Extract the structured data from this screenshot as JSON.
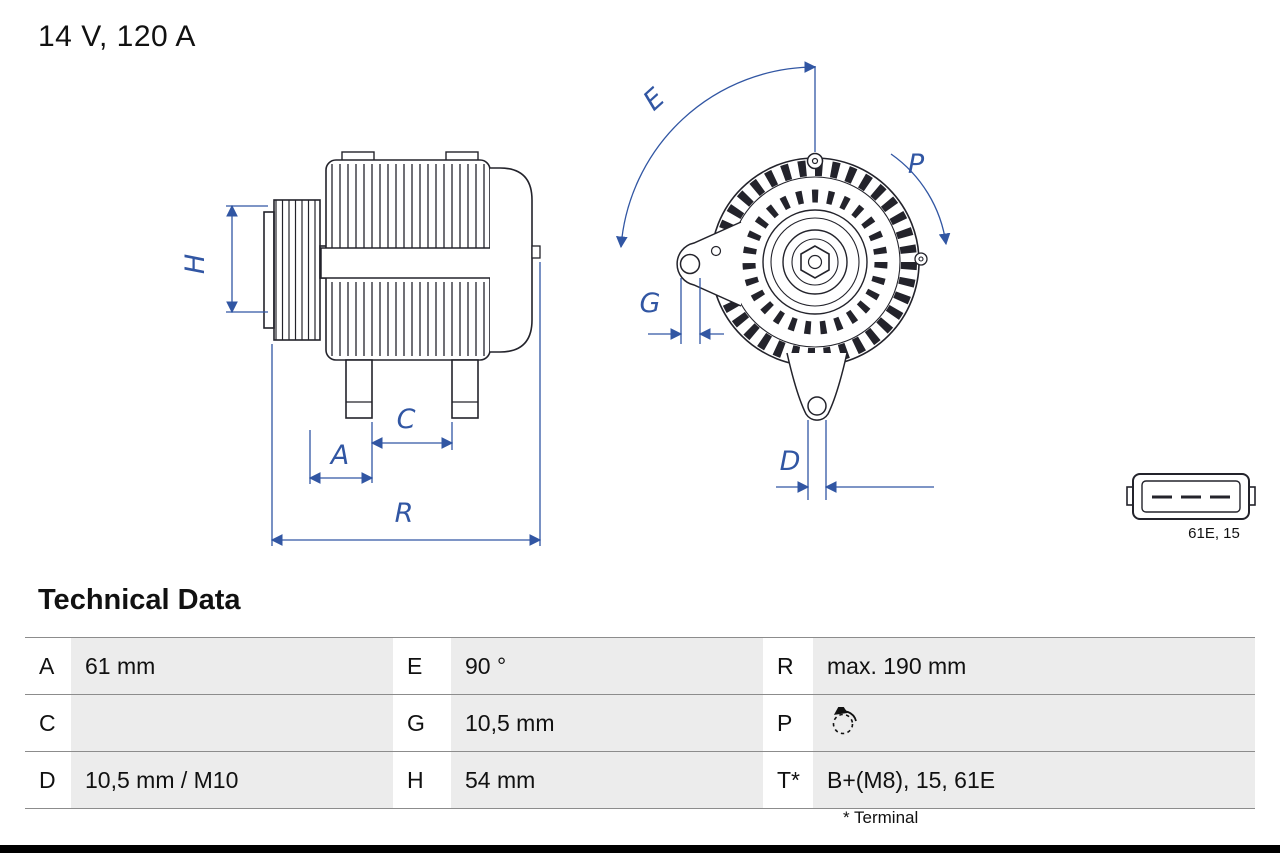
{
  "title": "14 V, 120 A",
  "colors": {
    "dimension_blue": "#3156a3",
    "drawing_dark": "#23232b",
    "value_cell_bg": "#ececec"
  },
  "diagram": {
    "labels": {
      "H": "H",
      "C": "C",
      "A": "A",
      "R": "R",
      "E": "E",
      "P": "P",
      "G": "G",
      "D": "D"
    },
    "connector_label": "61E, 15"
  },
  "technical_data": {
    "heading": "Technical Data",
    "rows": [
      [
        {
          "label": "A",
          "value": "61 mm"
        },
        {
          "label": "E",
          "value": "90 °"
        },
        {
          "label": "R",
          "value": "max. 190 mm"
        }
      ],
      [
        {
          "label": "C",
          "value": ""
        },
        {
          "label": "G",
          "value": "10,5 mm"
        },
        {
          "label": "P",
          "value": ""
        }
      ],
      [
        {
          "label": "D",
          "value": "10,5 mm / M10"
        },
        {
          "label": "H",
          "value": "54 mm"
        },
        {
          "label": "T*",
          "value": "B+(M8), 15, 61E"
        }
      ]
    ],
    "footnote": "* Terminal"
  }
}
